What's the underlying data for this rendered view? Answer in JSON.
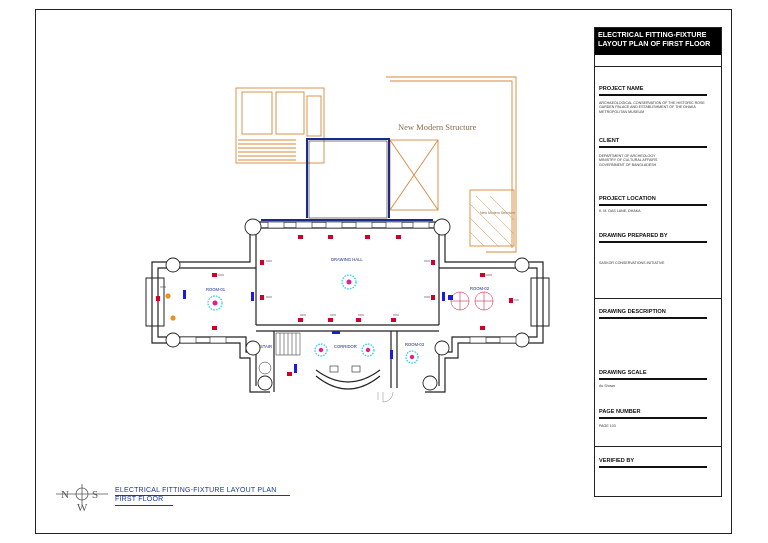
{
  "title_block": {
    "drawing_title": "ELECTRICAL FITTING-FIXTURE LAYOUT PLAN OF FIRST FLOOR",
    "project_name_label": "PROJECT NAME",
    "project_name_value": "ARCHAEOLOGICAL CONSERVATION OF THE HISTORIC ROSE GARDEN PALACE AND ESTABLISHMENT OF THE DHAKA METROPOLITAN MUSEUM",
    "client_label": "CLIENT",
    "client_value": "DEPARTMENT OF ARCHEOLOGY MINISTRY OF CULTURAL AFFAIRS GOVERNMENT OF BANGLADESH",
    "project_location_label": "PROJECT LOCATION",
    "project_location_value": "K. M. DAS LANE, DHAKA",
    "drawing_prepared_by_label": "DRAWING PREPARED BY",
    "drawing_prepared_by_value": "SASKOR CONSERVATIONS INITIATIVE",
    "drawing_description_label": "DRAWING DESCRIPTION",
    "drawing_scale_label": "DRAWING SCALE",
    "drawing_scale_value": "As Shown",
    "page_number_label": "PAGE NUMBER",
    "page_number_value": "PAGE 103",
    "verified_by_label": "VERIFIED BY"
  },
  "plan_labels": {
    "new_structure": "New Modern Structure",
    "new_structure_small": "New Modern Structure",
    "drawing_hall": "DRAWING HALL",
    "room_01": "ROOM-01",
    "room_02": "ROOM-02",
    "room_03": "ROOM-03",
    "corridor": "CORRIDOR",
    "stair": "STAIR"
  },
  "bottom_title": {
    "line1": "ELECTRICAL FITTING-FIXTURE LAYOUT PLAN",
    "line2": "FIRST FLOOR"
  },
  "north_arrow": {
    "n": "N",
    "s": "S",
    "w": "W"
  },
  "colors": {
    "wall": "#222222",
    "annex": "#d9883a",
    "blue_wall": "#1a2a8a",
    "fixture_red": "#d0002a",
    "fixture_blue": "#1a1ae0",
    "fan_cyan": "#28c8e8",
    "fan_magenta": "#e0208a",
    "title_blue": "#1a3a9a"
  }
}
